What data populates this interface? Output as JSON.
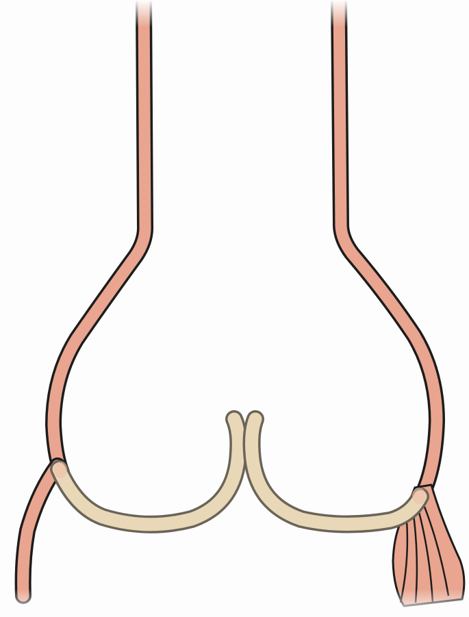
{
  "diagram": {
    "colors": {
      "background": "#fdfdfd",
      "outline": "#1c1c1c",
      "muscle_fill": "#e9a58f",
      "muscle_highlight": "#f1bca8",
      "cartilage_fill": "#e8d8b8",
      "cartilage_outline": "#6a6458",
      "fade": "#fdfdfd"
    },
    "parts": [
      {
        "name": "left-esophagus-wall",
        "tissue": "muscle"
      },
      {
        "name": "right-esophagus-wall",
        "tissue": "muscle"
      },
      {
        "name": "left-cartilage-arc",
        "tissue": "cartilage"
      },
      {
        "name": "right-cartilage-arc",
        "tissue": "cartilage"
      },
      {
        "name": "left-lower-branch",
        "tissue": "muscle"
      },
      {
        "name": "right-fibrous-bundle",
        "tissue": "muscle"
      }
    ]
  }
}
